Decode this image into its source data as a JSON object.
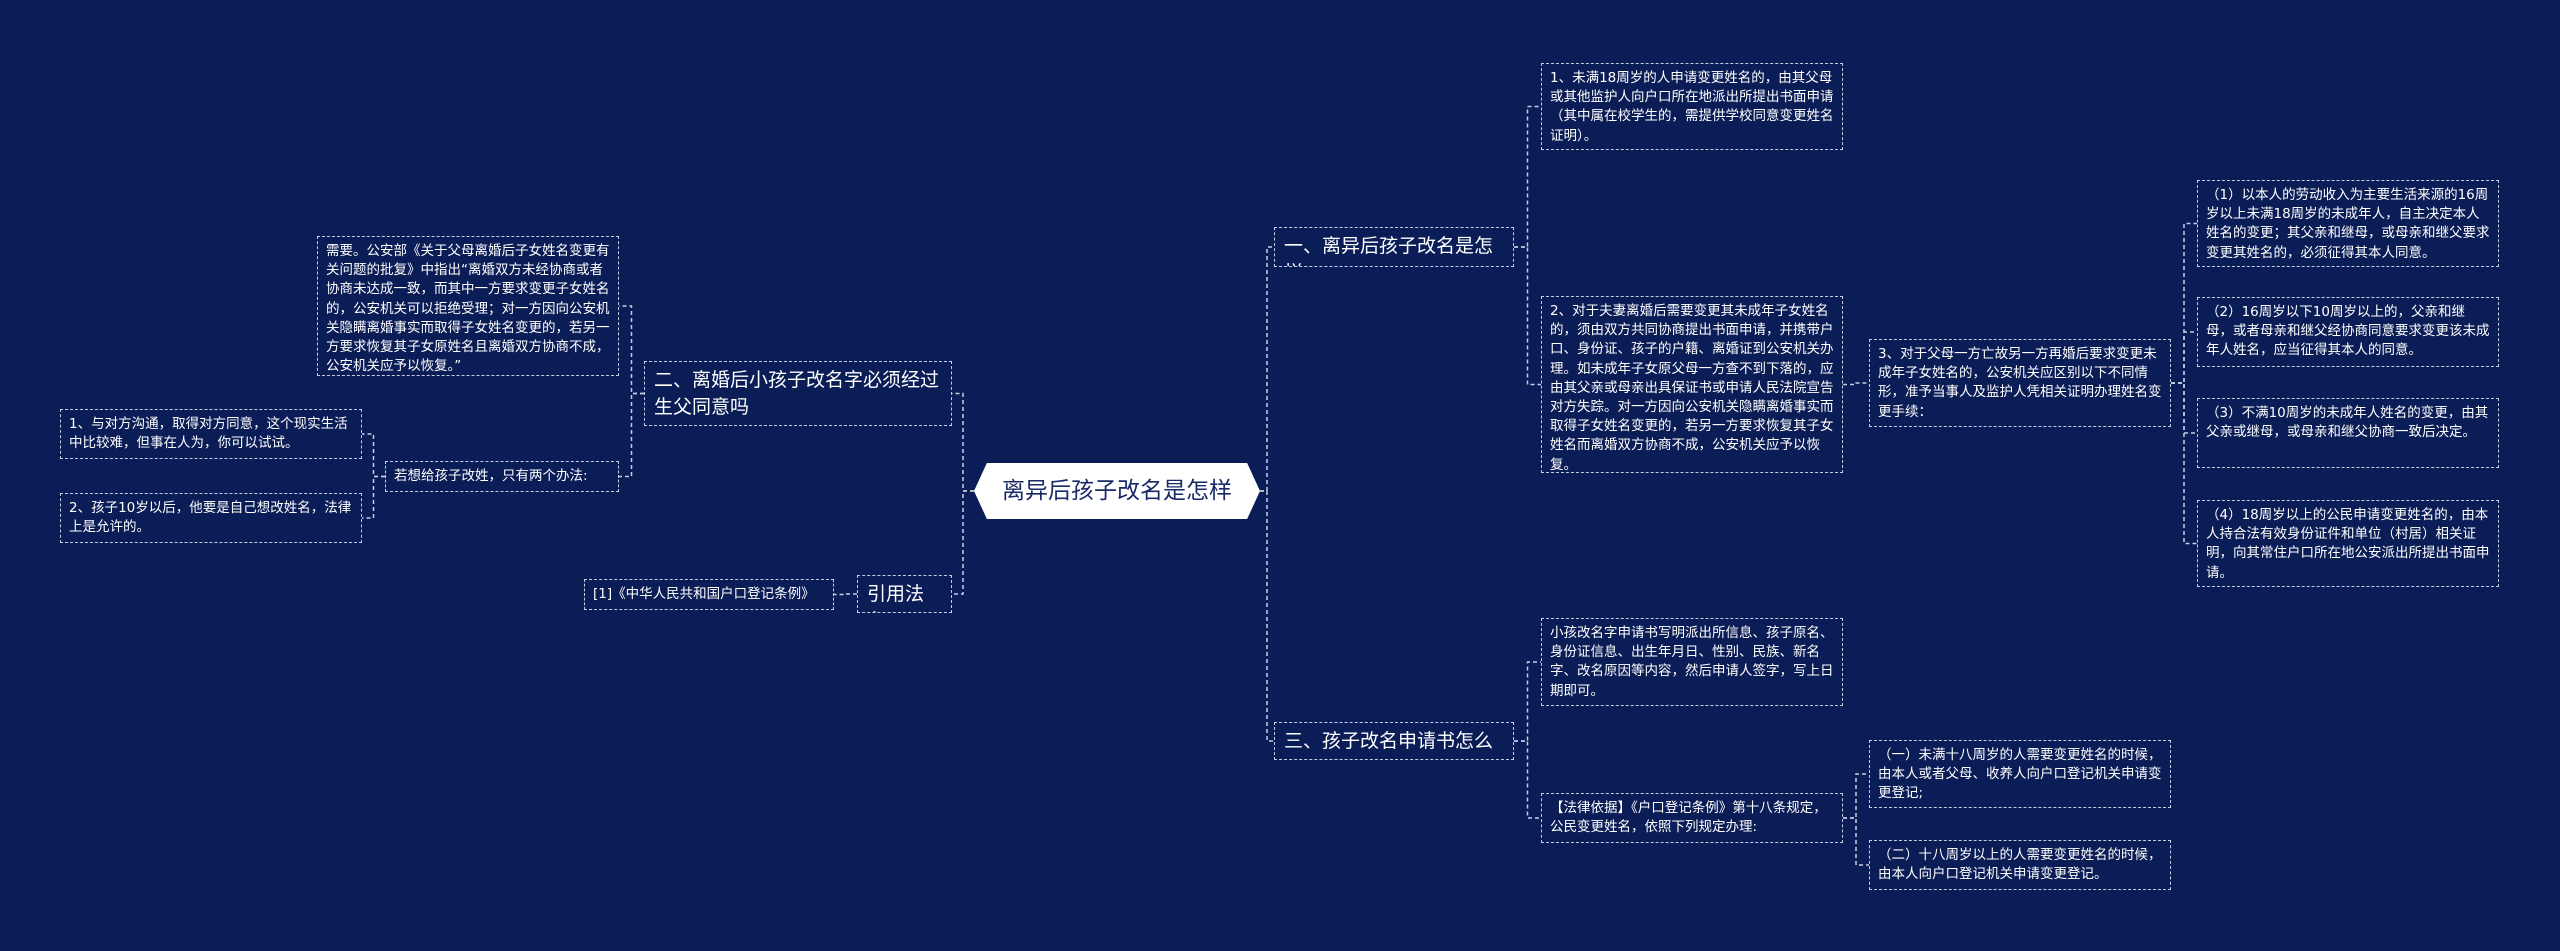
{
  "root": {
    "label": "离异后孩子改名是怎样"
  },
  "branches": {
    "b1": {
      "label": "一、离异后孩子改名是怎样"
    },
    "b2": {
      "label": "二、离婚后小孩子改名字必须经过生父同意吗"
    },
    "b3": {
      "label": "三、孩子改名申请书怎么写"
    },
    "b4": {
      "label": "引用法条"
    }
  },
  "b1_items": {
    "item1": "1、未满18周岁的人申请变更姓名的，由其父母或其他监护人向户口所在地派出所提出书面申请（其中属在校学生的，需提供学校同意变更姓名证明）。",
    "item2": "2、对于夫妻离婚后需要变更其未成年子女姓名的，须由双方共同协商提出书面申请，并携带户口、身份证、孩子的户籍、离婚证到公安机关办理。如未成年子女原父母一方查不到下落的，应由其父亲或母亲出具保证书或申请人民法院宣告对方失踪。对一方因向公安机关隐瞒离婚事实而取得子女姓名变更的，若另一方要求恢复其子女姓名而离婚双方协商不成，公安机关应予以恢复。",
    "item3": "3、对于父母一方亡故另一方再婚后要求变更未成年子女姓名的，公安机关应区别以下不同情形，准予当事人及监护人凭相关证明办理姓名变更手续：",
    "sub1": "（1）以本人的劳动收入为主要生活来源的16周岁以上未满18周岁的未成年人，自主决定本人姓名的变更；其父亲和继母，或母亲和继父要求变更其姓名的，必须征得其本人同意。",
    "sub2": "（2）16周岁以下10周岁以上的，父亲和继母，或者母亲和继父经协商同意要求变更该未成年人姓名，应当征得其本人的同意。",
    "sub3": "（3）不满10周岁的未成年人姓名的变更，由其父亲或继母，或母亲和继父协商一致后决定。",
    "sub4": "（4）18周岁以上的公民申请变更姓名的，由本人持合法有效身份证件和单位（村居）相关证明，向其常住户口所在地公安派出所提出书面申请。"
  },
  "b2_items": {
    "quote": "需要。公安部《关于父母离婚后子女姓名变更有关问题的批复》中指出“离婚双方未经协商或者协商未达成一致，而其中一方要求变更子女姓名的，公安机关可以拒绝受理；对一方因向公安机关隐瞒离婚事实而取得子女姓名变更的，若另一方要求恢复其子女原姓名且离婚双方协商不成，公安机关应予以恢复。”",
    "method": "若想给孩子改姓，只有两个办法:",
    "m1": "1、与对方沟通，取得对方同意，这个现实生活中比较难，但事在人为，你可以试试。",
    "m2": "2、孩子10岁以后，他要是自己想改姓名，法律上是允许的。"
  },
  "b3_items": {
    "write": "小孩改名字申请书写明派出所信息、孩子原名、身份证信息、出生年月日、性别、民族、新名字、改名原因等内容，然后申请人签字，写上日期即可。",
    "legal": "【法律依据】《户口登记条例》第十八条规定，公民变更姓名，依照下列规定办理:",
    "legal1": "（一）未满十八周岁的人需要变更姓名的时候，由本人或者父母、收养人向户口登记机关申请变更登记;",
    "legal2": "（二）十八周岁以上的人需要变更姓名的时候，由本人向户口登记机关申请变更登记。"
  },
  "b4_items": {
    "law": "[1]《中华人民共和国户口登记条例》"
  },
  "colors": {
    "background": "#0b1d56",
    "line": "#c7cde0",
    "root_fill": "#ffffff",
    "root_text": "#1a2a66"
  }
}
